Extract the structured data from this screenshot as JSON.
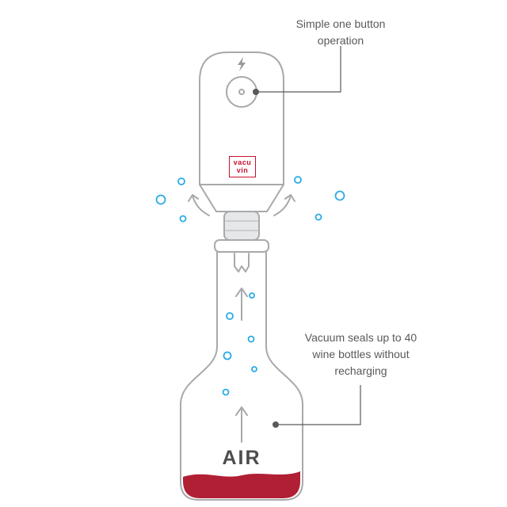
{
  "diagram": {
    "annotations": {
      "button_note": "Simple one button\noperation",
      "vacuum_note": "Vacuum seals up to 40\nwine bottles without\nrecharging"
    },
    "labels": {
      "air": "AIR"
    },
    "logo": {
      "line1": "vacu",
      "line2": "vin"
    },
    "icons": {
      "lightning-icon": "charging indicator",
      "power-button": "single operation button",
      "bubble-icon": "air bubble",
      "airflow-arrow": "air extraction direction"
    },
    "colors": {
      "outline": "#a7a9ac",
      "text": "#58595b",
      "bubble_blue": "#29abe2",
      "wine_red": "#b11f35",
      "logo_red": "#c8102e"
    }
  }
}
